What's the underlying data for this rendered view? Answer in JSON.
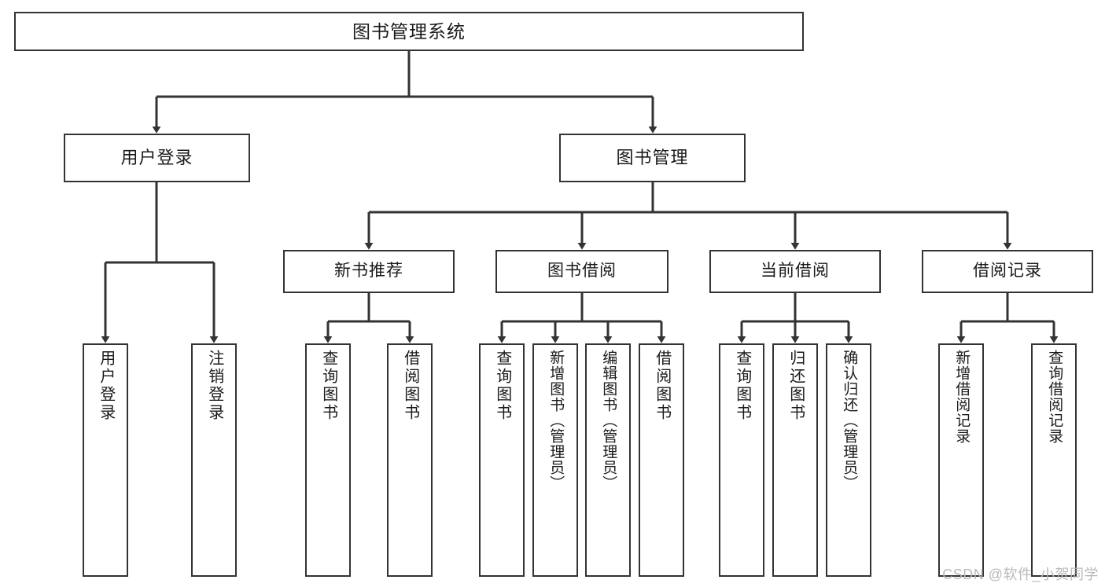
{
  "diagram": {
    "title": "图书管理系统",
    "type": "tree-hierarchy",
    "root": {
      "label": "图书管理系统"
    },
    "level2": [
      {
        "label": "用户登录"
      },
      {
        "label": "图书管理"
      }
    ],
    "level3": [
      {
        "label": "新书推荐"
      },
      {
        "label": "图书借阅"
      },
      {
        "label": "当前借阅"
      },
      {
        "label": "借阅记录"
      }
    ],
    "leaves": {
      "user_login": [
        {
          "label": "用户登录"
        },
        {
          "label": "注销登录"
        }
      ],
      "new_book_recommend": [
        {
          "label": "查询图书"
        },
        {
          "label": "借阅图书"
        }
      ],
      "book_borrow": [
        {
          "label": "查询图书"
        },
        {
          "label": "新增图书（管理员）"
        },
        {
          "label": "编辑图书（管理员）"
        },
        {
          "label": "借阅图书"
        }
      ],
      "current_borrow": [
        {
          "label": "查询图书"
        },
        {
          "label": "归还图书"
        },
        {
          "label": "确认归还（管理员）"
        }
      ],
      "borrow_record": [
        {
          "label": "新增借阅记录"
        },
        {
          "label": "查询借阅记录"
        }
      ]
    }
  },
  "watermark": {
    "text": "CSDN @软件_小贺同学"
  },
  "colors": {
    "border": "#333333",
    "background": "#ffffff",
    "text": "#1a1a1a",
    "watermark": "#b9b9b9"
  }
}
